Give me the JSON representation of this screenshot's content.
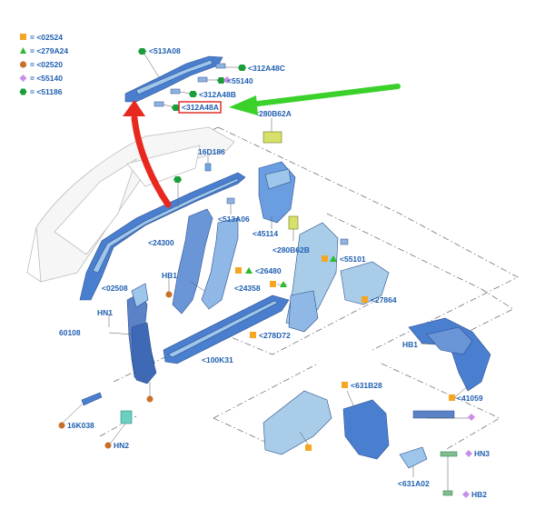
{
  "legend": [
    {
      "symbol": "square",
      "color": "#f5a623",
      "text": "= <02524"
    },
    {
      "symbol": "triangle",
      "color": "#2db82d",
      "text": "= <279A24"
    },
    {
      "symbol": "circle",
      "color": "#c8702a",
      "text": "= <02520"
    },
    {
      "symbol": "diamond",
      "color": "#c98ee8",
      "text": "= <55140"
    },
    {
      "symbol": "hexagon",
      "color": "#1a9e3a",
      "text": "= <51186"
    }
  ],
  "callouts": {
    "c513A08": "<513A08",
    "c312A48C": "<312A48C",
    "c55140": "<55140",
    "c312A48B": "<312A48B",
    "c312A48A": "<312A48A",
    "c280B62A": "<280B62A",
    "c16D186": "16D186",
    "c513A06": "<513A06",
    "c24300": "<24300",
    "c45114": "<45114",
    "c280B62B": "<280B62B",
    "c55101": "<55101",
    "c26480": "<26480",
    "cHB1a": "HB1",
    "c02508": "<02508",
    "c24358": "<24358",
    "c27864": "<27864",
    "cHN1a": "HN1",
    "c60108": "60108",
    "c278D72": "<278D72",
    "cHB1b": "HB1",
    "c100K31": "<100K31",
    "c631B28": "<631B28",
    "c41059": "<41059",
    "c16K038": "16K038",
    "cHN2": "HN2",
    "cHN3": "HN3",
    "c631A02": "<631A02",
    "cHB2": "HB2"
  },
  "colors": {
    "label": "#1f5fb0",
    "highlight_box": "#e0201a",
    "red_arrow": "#e8281e",
    "green_arrow": "#39d12a",
    "part_blue": "#4a7fd0",
    "part_light": "#9ec6ea"
  }
}
